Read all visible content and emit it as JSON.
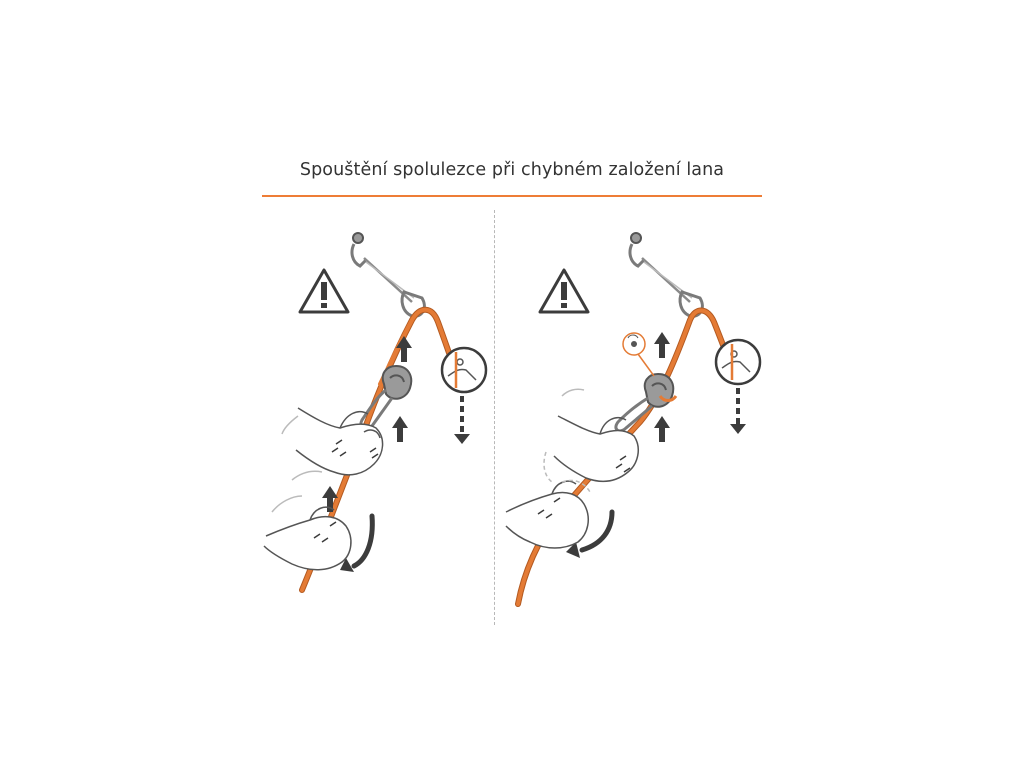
{
  "title": "Spouštění spolulezce při chybném založení lana",
  "colors": {
    "accent": "#ee7d36",
    "rope": "#e47b35",
    "rope_shadow": "#b35a21",
    "ink": "#3c3c3c",
    "line": "#555555",
    "metal": "#9a9a9a",
    "divider": "#b8b8b8"
  },
  "panels": [
    {
      "id": "left",
      "icons": [
        "warning-icon",
        "fallen-climber-icon",
        "belay-device-icon",
        "carabiner-icon",
        "hand-icon"
      ]
    },
    {
      "id": "right",
      "icons": [
        "warning-icon",
        "fallen-climber-icon",
        "belay-device-icon",
        "carabiner-icon",
        "hand-icon",
        "detail-callout-icon"
      ]
    }
  ]
}
